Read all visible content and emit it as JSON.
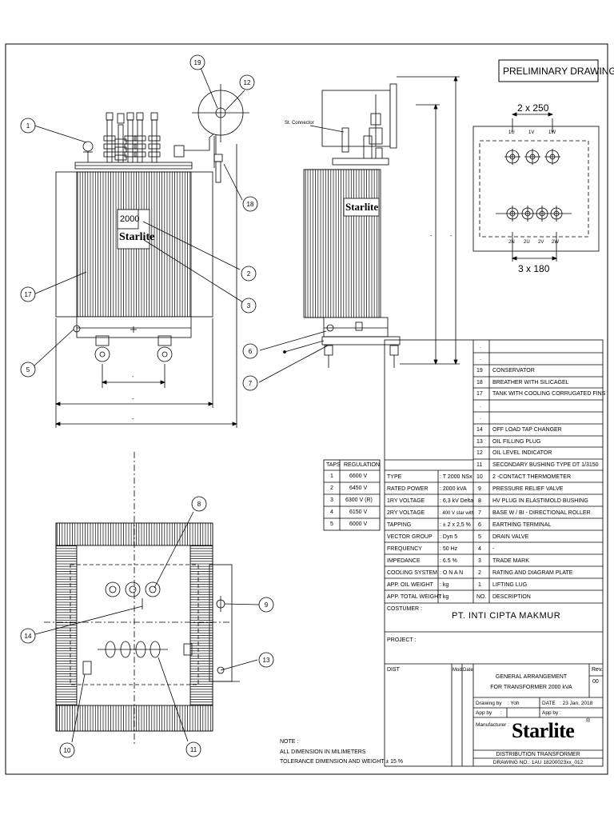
{
  "preliminary_title": "PRELIMINARY DRAWING",
  "bushing_dims": {
    "top": "2 x 250",
    "bottom": "3 x 180"
  },
  "primary_terminals": [
    "1U",
    "1V",
    "1W"
  ],
  "secondary_terminals": [
    "2N",
    "2U",
    "2V",
    "2W"
  ],
  "st_connector": "St. Connector",
  "nameplate_rating": "2000",
  "brand": "Starlite",
  "dim_placeholder": "-",
  "callouts": [
    "1",
    "2",
    "3",
    "5",
    "6",
    "7",
    "8",
    "9",
    "10",
    "11",
    "12",
    "13",
    "14",
    "17",
    "18",
    "19"
  ],
  "taps": {
    "headers": [
      "TAPS",
      "REGULATION"
    ],
    "rows": [
      [
        "1",
        "6600 V"
      ],
      [
        "2",
        "6450 V"
      ],
      [
        "3",
        "6300 V (R)"
      ],
      [
        "4",
        "6150 V"
      ],
      [
        "5",
        "6000 V"
      ]
    ]
  },
  "specs": [
    [
      "TYPE",
      ": T 2000 NSx"
    ],
    [
      "RATED POWER",
      ": 2000 kVA"
    ],
    [
      "1RY VOLTAGE",
      ": 6,3 kV Delta"
    ],
    [
      "2RY VOLTAGE",
      ": 400 V star with"
    ],
    [
      "TAPPING",
      ": ± 2 x 2,5 %"
    ],
    [
      "VECTOR GROUP",
      ": Dyn 5"
    ],
    [
      "FREQUENCY",
      ": 50 Hz"
    ],
    [
      "IMPEDANCE",
      ": 6.5 %"
    ],
    [
      "COOLING SYSTEM",
      ": O N A N"
    ],
    [
      "APP. OIL WEIGHT",
      ": kg"
    ],
    [
      "APP. TOTAL WEIGHT",
      ": kg"
    ]
  ],
  "parts": [
    [
      ".",
      ""
    ],
    [
      ".",
      ""
    ],
    [
      "19",
      "CONSERVATOR"
    ],
    [
      "18",
      "BREATHER WITH SILICAGEL"
    ],
    [
      "17",
      "TANK WITH COOLING CORRUGATED FINS"
    ],
    [
      ".",
      ""
    ],
    [
      ".",
      ""
    ],
    [
      "14",
      "OFF LOAD TAP CHANGER"
    ],
    [
      "13",
      "OIL FILLING PLUG"
    ],
    [
      "12",
      "OIL LEVEL INDICATOR"
    ],
    [
      "11",
      "SECONDARY BUSHING TYPE DT 1/3150"
    ],
    [
      "10",
      "2 -CONTACT THERMOMETER"
    ],
    [
      "9",
      "PRESSURE RELIEF VALVE"
    ],
    [
      "8",
      "HV PLUG IN ELASTIMOLD BUSHING"
    ],
    [
      "7",
      "BASE W / BI - DIRECTIONAL ROLLER"
    ],
    [
      "6",
      "EARTHING TERMINAL"
    ],
    [
      "5",
      "DRAIN VALVE"
    ],
    [
      "4",
      "-"
    ],
    [
      "3",
      "TRADE MARK"
    ],
    [
      "2",
      "RATING AND DIAGRAM PLATE"
    ],
    [
      "1",
      "LIFTING LUG"
    ],
    [
      "NO.",
      "DESCRIPTION"
    ]
  ],
  "customer_label": "COSTUMER :",
  "customer_name": "PT. INTI CIPTA MAKMUR",
  "project_label": "PROJECT :",
  "dist_label": "DIST",
  "mod_label": "Mod.",
  "date_label": "Date",
  "rev_label": "Rev.",
  "rev_value": "00",
  "drawing_title_1": "GENERAL ARRANGEMENT",
  "drawing_title_2": "FOR TRANSFORMER 2000 kVA",
  "drawing_by_label": "Drawing by",
  "drawing_by_value": ": Yoh",
  "date_field_label": "DATE",
  "date_value": ": 23 Jan, 2018",
  "app_by_label": "App by",
  "app_by_value": ":",
  "app_by2_label": "App by :",
  "manufacturer_label": "Manufacturer :",
  "footer_subtitle": "DISTRIBUTION TRANSFORMER",
  "drawing_no": "DRAWING NO.: 1AU 18200023xx_012",
  "notes": [
    "NOTE :",
    "ALL DIMENSION IN MILIMETERS",
    "TOLERANCE DIMENSION AND WEIGHT ± 15 %"
  ]
}
